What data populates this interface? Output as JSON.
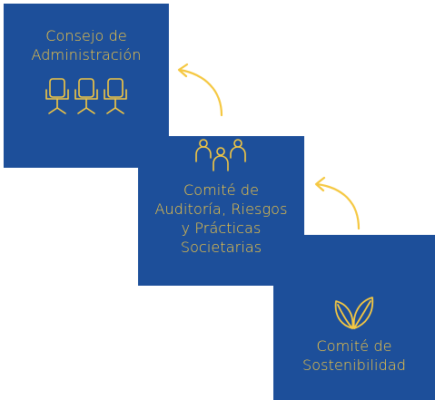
{
  "diagram": {
    "colors": {
      "box_background": "#1d4f9a",
      "accent": "#f5c842",
      "page_background": "#ffffff"
    },
    "boxes": [
      {
        "id": "board",
        "title_lines": [
          "Consejo de",
          "Administración"
        ],
        "icon": "three-office-chairs-icon"
      },
      {
        "id": "audit",
        "title_lines": [
          "Comité de",
          "Auditoría, Riesgos",
          "y Prácticas",
          "Societarias"
        ],
        "icon": "three-people-group-icon"
      },
      {
        "id": "sustainability",
        "title_lines": [
          "Comité de",
          "Sostenibilidad"
        ],
        "icon": "leaves-icon"
      }
    ],
    "connectors": [
      {
        "from": "audit",
        "to": "board"
      },
      {
        "from": "sustainability",
        "to": "audit"
      }
    ]
  }
}
